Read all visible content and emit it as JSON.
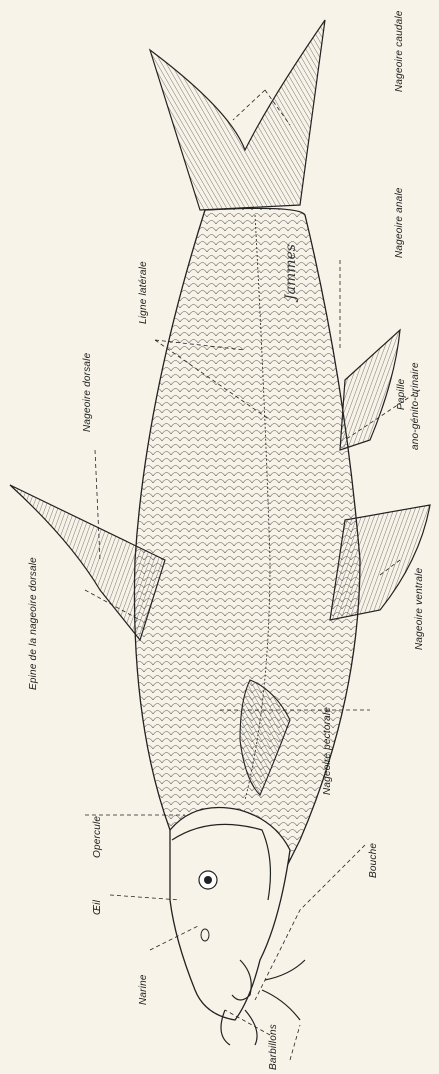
{
  "labels": {
    "caudal_fin": "Nageoire caudale",
    "anal_fin": "Nageoire anale",
    "lateral_line": "Ligne latérale",
    "dorsal_fin": "Nageoire dorsale",
    "papilla_line1": "Papille",
    "papilla_line2": "ano-génito-urinaire",
    "dorsal_spine": "Epine de la nageoire dorsale",
    "ventral_fin": "Nageoire ventrale",
    "pectoral_fin": "Nageoire pectorale",
    "operculum": "Opercule",
    "mouth": "Bouche",
    "eye": "Œil",
    "nostril": "Narine",
    "barbels": "Barbillons"
  },
  "signature": "Jammes",
  "colors": {
    "background": "#f7f3e8",
    "ink": "#1c1c1c"
  }
}
